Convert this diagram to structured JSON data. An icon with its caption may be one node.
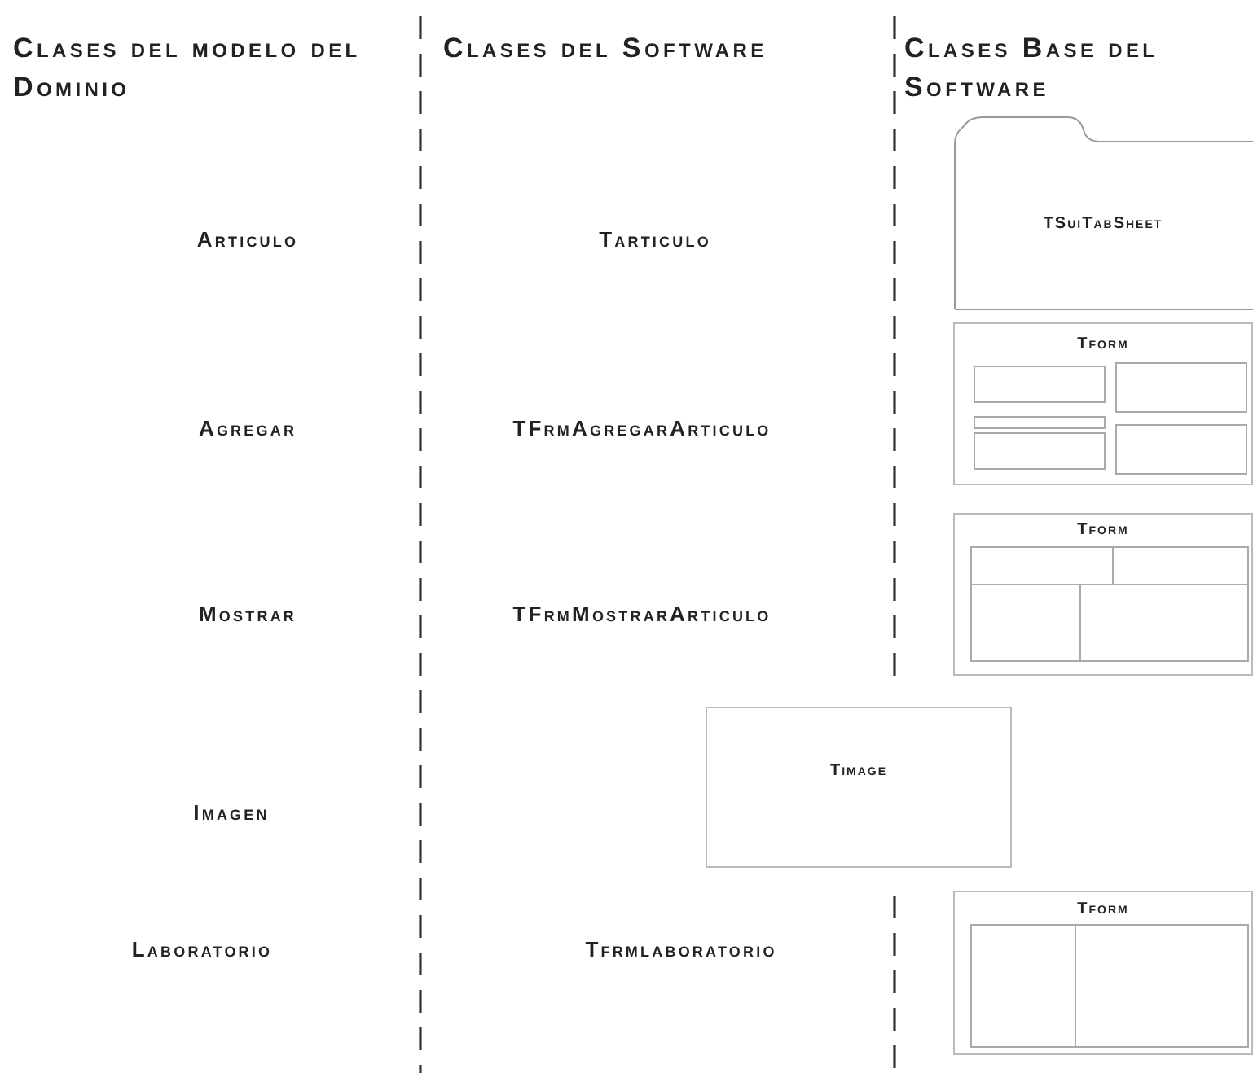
{
  "diagram": {
    "nodes": [
      {
        "text": [
          "TSuiTabSheet"
        ]
      },
      {
        "text": [
          "Tform"
        ]
      },
      {
        "text": [
          "Tform"
        ]
      },
      {
        "text": [
          "Timage"
        ]
      },
      {
        "text": [
          "Tform"
        ]
      }
    ],
    "labels": [
      "Clases del modelo del Dominio",
      "Clases del Software",
      "Clases Base del Software",
      "Articulo",
      "Tarticulo",
      "Agregar",
      "TFrmAgregarArticulo",
      "Mostrar",
      "TFrmMostrarArticulo",
      "Imagen",
      "Laboratorio",
      "Tfrmlaboratorio"
    ]
  }
}
